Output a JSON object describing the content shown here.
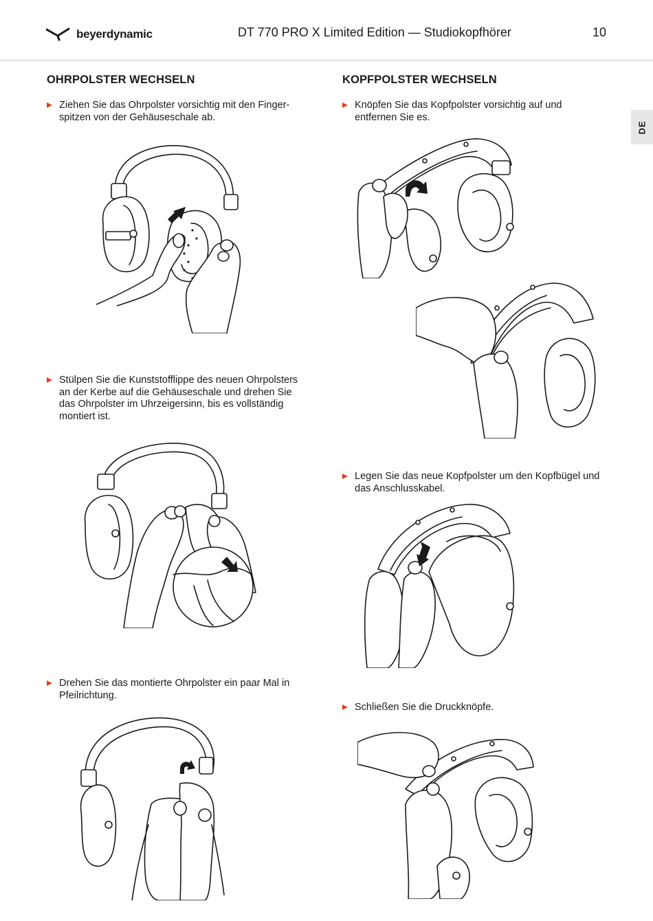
{
  "header": {
    "brand": "beyerdynamic",
    "title": "DT 770 PRO X Limited Edition — Studiokopfhörer",
    "page_number": "10"
  },
  "lang_tab": "DE",
  "left": {
    "heading": "OHRPOLSTER WECHSELN",
    "steps": [
      "Ziehen Sie das Ohrpolster vorsichtig mit den Finger-spitzen von der Gehäuseschale ab.",
      "Stülpen Sie die Kunststofflippe des neuen Ohrpolsters an der Kerbe auf die Gehäuseschale und drehen Sie das Ohrpolster im Uhrzeigersinn, bis es vollständig montiert ist.",
      "Drehen Sie das montierte Ohrpolster ein paar Mal in Pfeilrichtung."
    ]
  },
  "right": {
    "heading": "KOPFPOLSTER WECHSELN",
    "steps": [
      "Knöpfen Sie das Kopfpolster vorsichtig auf und entfernen Sie es.",
      "Legen Sie das neue Kopfpolster um den Kopfbügel und das Anschlusskabel.",
      "Schließen Sie die Druckknöpfe."
    ]
  },
  "colors": {
    "accent": "#e2401c",
    "text": "#1a1a1a",
    "tab_bg": "#e6e6e6"
  },
  "icons": [
    "beyerdynamic-logo-icon",
    "bullet-arrow-icon",
    "direction-arrow-icon"
  ]
}
